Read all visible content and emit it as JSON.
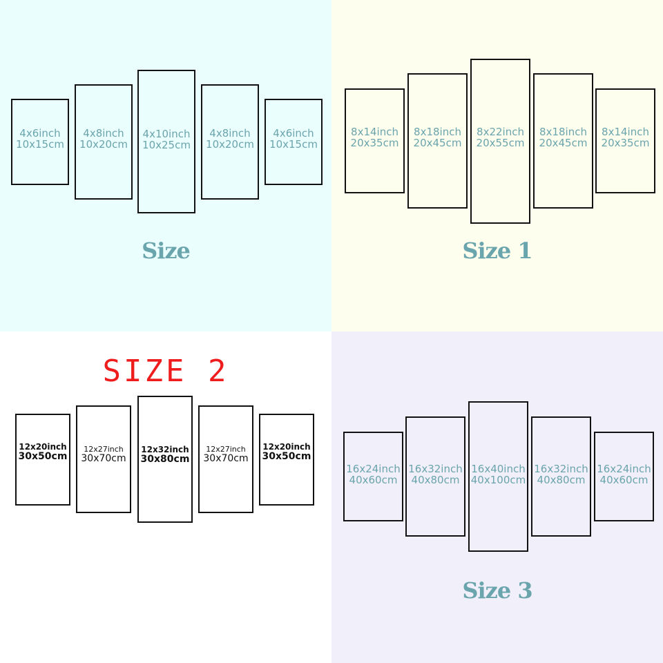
{
  "sections": [
    {
      "title": "Size",
      "background": "#ebfefe",
      "text_color": "#6aa4ac",
      "title_color": "#6aa4ac",
      "panels": [
        {
          "inch": "4x6inch",
          "cm": "10x15cm"
        },
        {
          "inch": "4x8inch",
          "cm": "10x20cm"
        },
        {
          "inch": "4x10inch",
          "cm": "10x25cm"
        },
        {
          "inch": "4x8inch",
          "cm": "10x20cm"
        },
        {
          "inch": "4x6inch",
          "cm": "10x15cm"
        }
      ]
    },
    {
      "title": "Size 1",
      "background": "#fdfeed",
      "text_color": "#6aa4ac",
      "title_color": "#6aa4ac",
      "panels": [
        {
          "inch": "8x14inch",
          "cm": "20x35cm"
        },
        {
          "inch": "8x18inch",
          "cm": "20x45cm"
        },
        {
          "inch": "8x22inch",
          "cm": "20x55cm"
        },
        {
          "inch": "8x18inch",
          "cm": "20x45cm"
        },
        {
          "inch": "8x14inch",
          "cm": "20x35cm"
        }
      ]
    },
    {
      "title": "SIZE 2",
      "background": "#ffffff",
      "text_color": "#111111",
      "title_color": "#ee1c1c",
      "panels": [
        {
          "inch": "12x20inch",
          "cm": "30x50cm"
        },
        {
          "inch": "12x27inch",
          "cm": "30x70cm"
        },
        {
          "inch": "12x32inch",
          "cm": "30x80cm"
        },
        {
          "inch": "12x27inch",
          "cm": "30x70cm"
        },
        {
          "inch": "12x20inch",
          "cm": "30x50cm"
        }
      ]
    },
    {
      "title": "Size 3",
      "background": "#f1effa",
      "text_color": "#6aa4ac",
      "title_color": "#6aa4ac",
      "panels": [
        {
          "inch": "16x24inch",
          "cm": "40x60cm"
        },
        {
          "inch": "16x32inch",
          "cm": "40x80cm"
        },
        {
          "inch": "16x40inch",
          "cm": "40x100cm"
        },
        {
          "inch": "16x32inch",
          "cm": "40x80cm"
        },
        {
          "inch": "16x24inch",
          "cm": "40x60cm"
        }
      ]
    }
  ]
}
